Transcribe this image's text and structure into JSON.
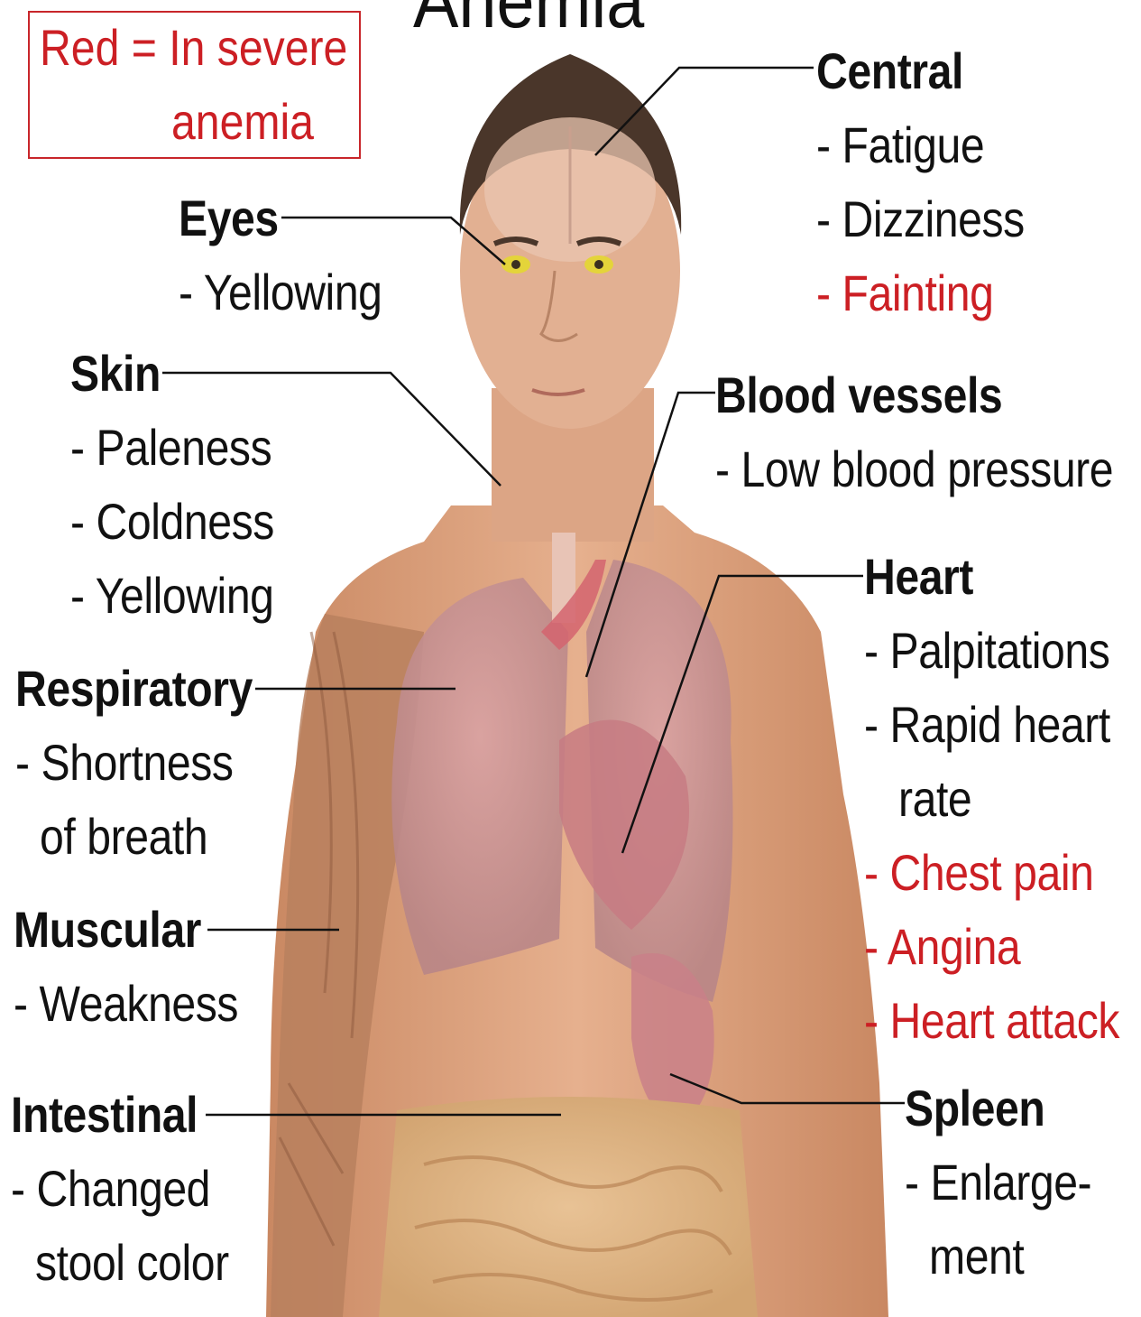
{
  "title": "Anemia",
  "legend": {
    "line1": "Red = In severe",
    "line2": "anemia",
    "color": "#cc1f24"
  },
  "colors": {
    "text": "#111111",
    "severe": "#cc1f24",
    "skin": "#dba27e",
    "organs": "#c98a8e"
  },
  "groups": [
    {
      "id": "central",
      "heading": "Central",
      "items": [
        {
          "text": "- Fatigue",
          "severe": false
        },
        {
          "text": "- Dizziness",
          "severe": false
        },
        {
          "text": "- Fainting",
          "severe": true
        }
      ]
    },
    {
      "id": "eyes",
      "heading": "Eyes",
      "items": [
        {
          "text": "- Yellowing",
          "severe": false
        }
      ]
    },
    {
      "id": "skin",
      "heading": "Skin",
      "items": [
        {
          "text": "- Paleness",
          "severe": false
        },
        {
          "text": "- Coldness",
          "severe": false
        },
        {
          "text": "- Yellowing",
          "severe": false
        }
      ]
    },
    {
      "id": "blood-vessels",
      "heading": "Blood vessels",
      "items": [
        {
          "text": "- Low blood pressure",
          "severe": false
        }
      ]
    },
    {
      "id": "heart",
      "heading": "Heart",
      "items": [
        {
          "text": "- Palpitations",
          "severe": false
        },
        {
          "text": "- Rapid heart",
          "severe": false
        },
        {
          "text": "rate",
          "severe": false,
          "indent": true
        },
        {
          "text": "- Chest pain",
          "severe": true
        },
        {
          "text": "- Angina",
          "severe": true
        },
        {
          "text": "- Heart attack",
          "severe": true
        }
      ]
    },
    {
      "id": "respiratory",
      "heading": "Respiratory",
      "items": [
        {
          "text": "- Shortness",
          "severe": false
        },
        {
          "text": "of breath",
          "severe": false,
          "indent": true
        }
      ]
    },
    {
      "id": "muscular",
      "heading": "Muscular",
      "items": [
        {
          "text": "- Weakness",
          "severe": false
        }
      ]
    },
    {
      "id": "intestinal",
      "heading": "Intestinal",
      "items": [
        {
          "text": "- Changed",
          "severe": false
        },
        {
          "text": "stool color",
          "severe": false,
          "indent": true
        }
      ]
    },
    {
      "id": "spleen",
      "heading": "Spleen",
      "items": [
        {
          "text": "- Enlarge-",
          "severe": false
        },
        {
          "text": "ment",
          "severe": false,
          "indent": true
        }
      ]
    }
  ]
}
